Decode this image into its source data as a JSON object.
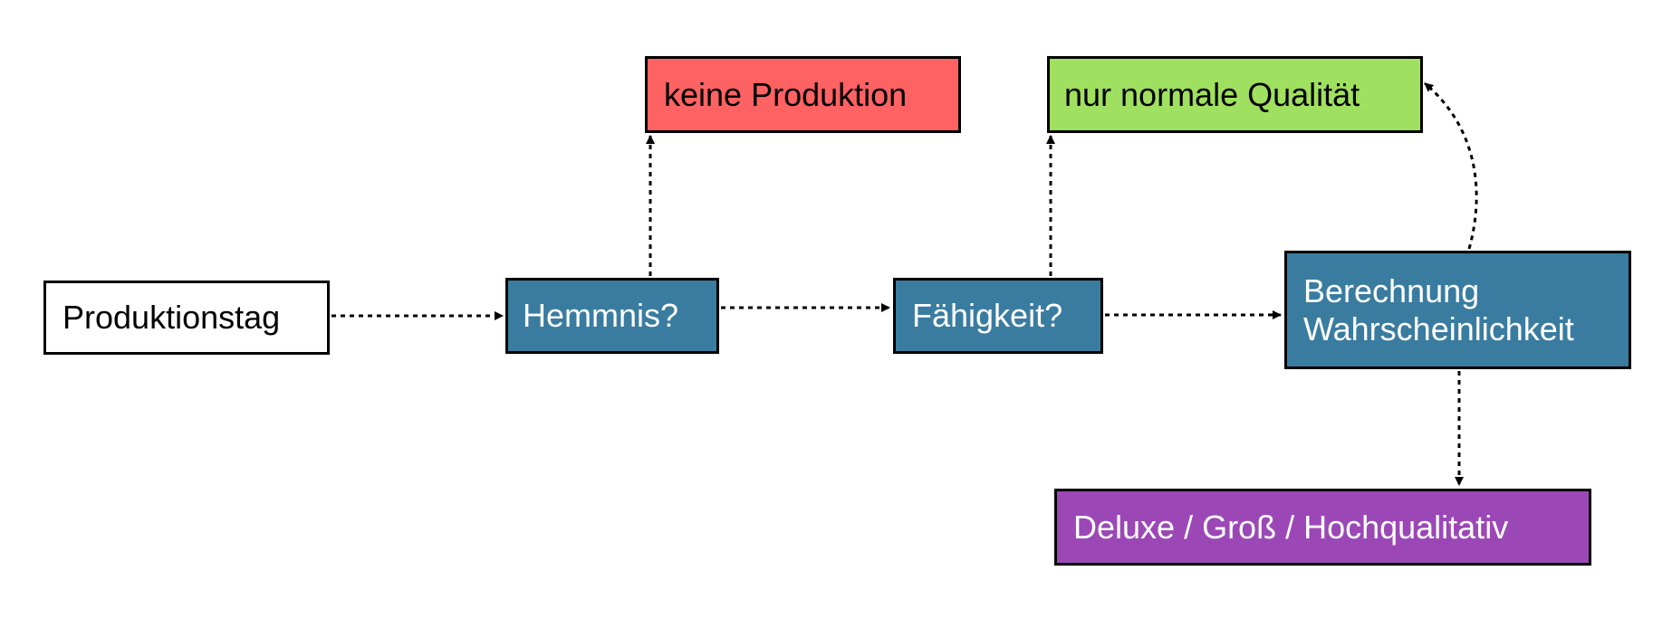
{
  "colors": {
    "decision": "#3a7ca0",
    "no_production": "#ff6262",
    "normal_quality": "#a0e060",
    "deluxe": "#9b48b6",
    "start": "#ffffff",
    "border": "#000000"
  },
  "nodes": {
    "start": {
      "label": "Produktionstag"
    },
    "hemmnis": {
      "label": "Hemmnis?"
    },
    "faehigkeit": {
      "label": "Fähigkeit?"
    },
    "berechnung": {
      "line1": "Berechnung",
      "line2": "Wahrscheinlichkeit"
    },
    "keine_produktion": {
      "label": "keine Produktion"
    },
    "normale_qualitaet": {
      "label": "nur normale Qualität"
    },
    "deluxe": {
      "label": "Deluxe / Groß / Hochqualitativ"
    }
  },
  "edges": [
    {
      "from": "start",
      "to": "hemmnis",
      "style": "dotted"
    },
    {
      "from": "hemmnis",
      "to": "faehigkeit",
      "style": "dotted"
    },
    {
      "from": "faehigkeit",
      "to": "berechnung",
      "style": "dotted"
    },
    {
      "from": "hemmnis",
      "to": "keine_produktion",
      "style": "dotted"
    },
    {
      "from": "faehigkeit",
      "to": "normale_qualitaet",
      "style": "dotted"
    },
    {
      "from": "berechnung",
      "to": "normale_qualitaet",
      "style": "dotted"
    },
    {
      "from": "berechnung",
      "to": "deluxe",
      "style": "dotted"
    }
  ]
}
